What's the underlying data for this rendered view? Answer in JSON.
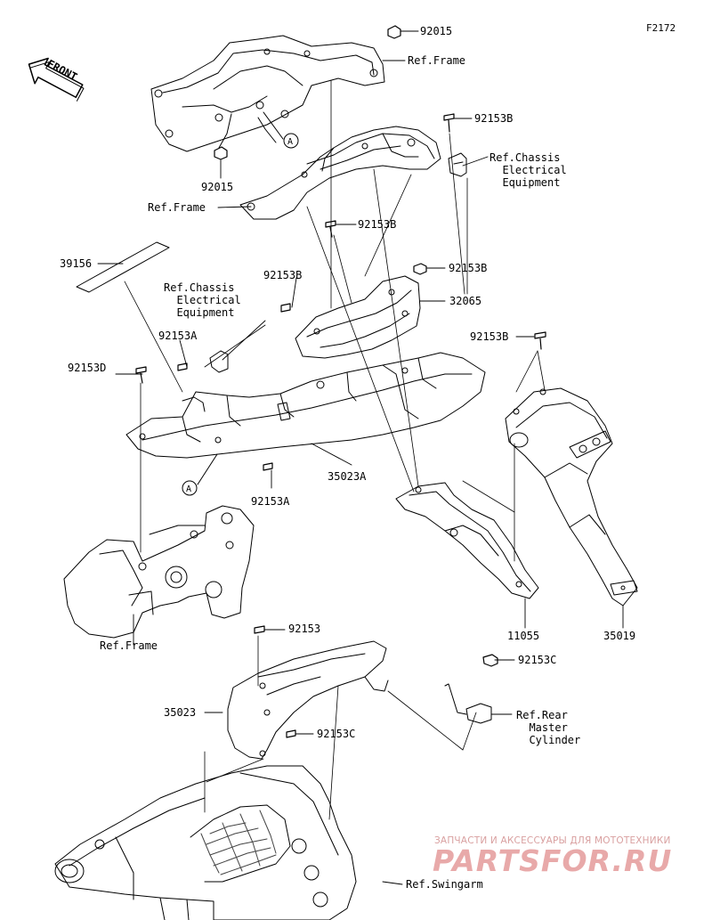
{
  "diagram": {
    "figure_code": "F2172",
    "front_label": "FRONT",
    "callout_A": "A",
    "parts": [
      {
        "id": "p92015_top",
        "number": "92015"
      },
      {
        "id": "p92015_left",
        "number": "92015"
      },
      {
        "id": "p92153B_1",
        "number": "92153B"
      },
      {
        "id": "p92153B_2",
        "number": "92153B"
      },
      {
        "id": "p92153B_3",
        "number": "92153B"
      },
      {
        "id": "p92153B_4",
        "number": "92153B"
      },
      {
        "id": "p92153B_5",
        "number": "92153B"
      },
      {
        "id": "p32065",
        "number": "32065"
      },
      {
        "id": "p39156",
        "number": "39156"
      },
      {
        "id": "p92153A_1",
        "number": "92153A"
      },
      {
        "id": "p92153A_2",
        "number": "92153A"
      },
      {
        "id": "p92153D",
        "number": "92153D"
      },
      {
        "id": "p35023A",
        "number": "35023A"
      },
      {
        "id": "p11055",
        "number": "11055"
      },
      {
        "id": "p35019",
        "number": "35019"
      },
      {
        "id": "p92153",
        "number": "92153"
      },
      {
        "id": "p92153C_1",
        "number": "92153C"
      },
      {
        "id": "p92153C_2",
        "number": "92153C"
      },
      {
        "id": "p35023",
        "number": "35023"
      }
    ],
    "references": [
      {
        "id": "ref_frame_top",
        "text": "Ref.Frame"
      },
      {
        "id": "ref_frame_mid",
        "text": "Ref.Frame"
      },
      {
        "id": "ref_frame_low",
        "text": "Ref.Frame"
      },
      {
        "id": "ref_chassis_right",
        "text": "Ref.Chassis\n  Electrical\n  Equipment"
      },
      {
        "id": "ref_chassis_left",
        "text": "Ref.Chassis\n  Electrical\n  Equipment"
      },
      {
        "id": "ref_rear_master",
        "text": "Ref.Rear\n  Master\n  Cylinder"
      },
      {
        "id": "ref_swingarm",
        "text": "Ref.Swingarm"
      }
    ]
  },
  "watermark": {
    "caption": "ЗАПЧАСТИ И АКСЕССУАРЫ ДЛЯ МОТОТЕХНИКИ",
    "logo": "PARTSFOR.RU"
  },
  "colors": {
    "line": "#000000",
    "watermark": "#e8a9a9",
    "background": "#ffffff"
  }
}
